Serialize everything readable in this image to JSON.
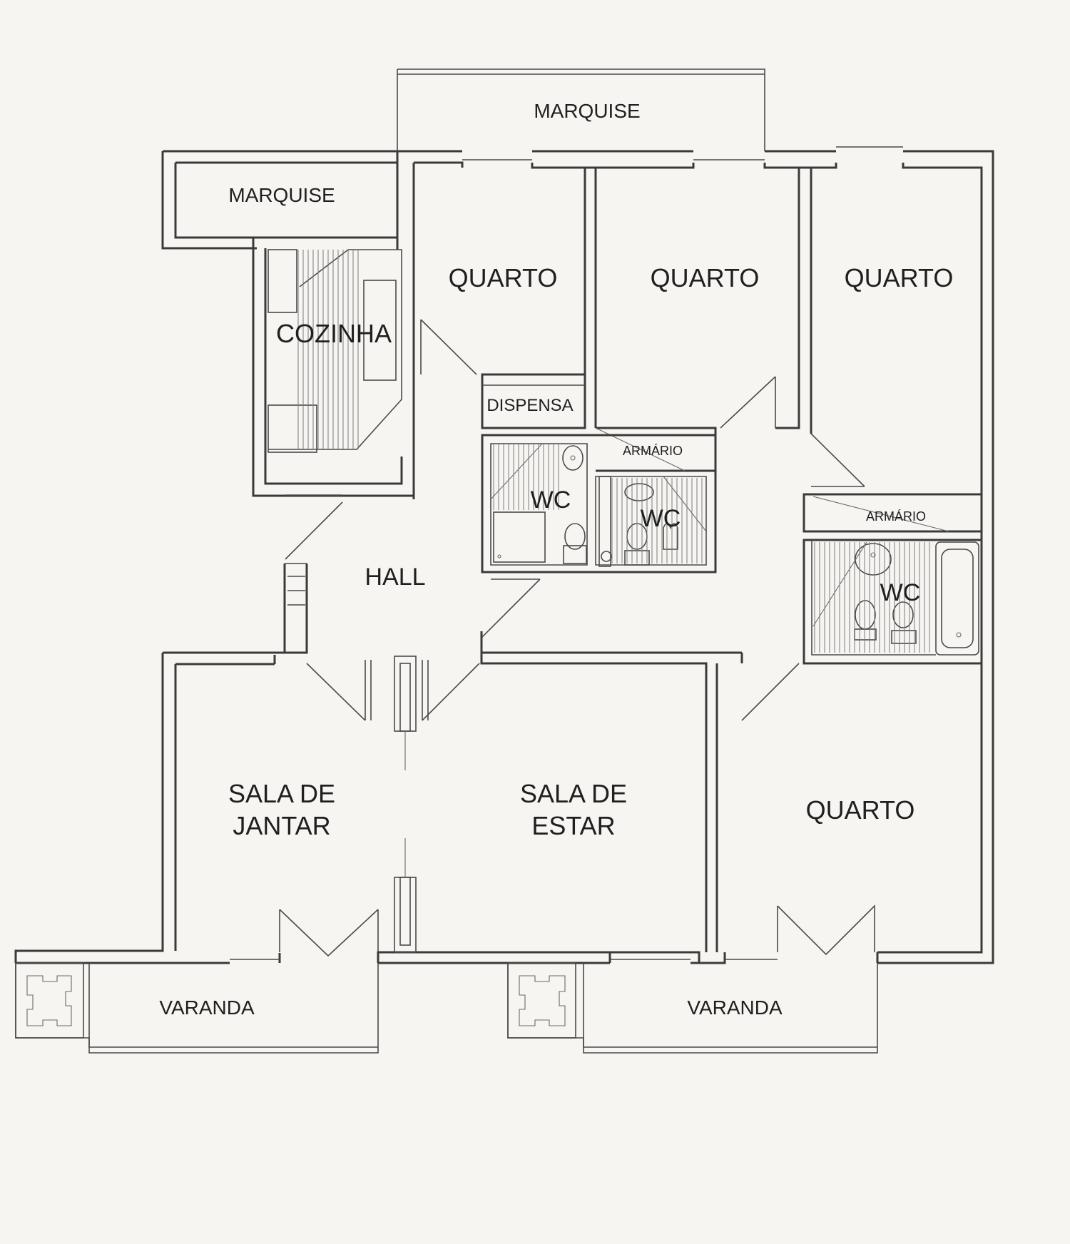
{
  "rooms": {
    "marquise_top": "MARQUISE",
    "marquise_left": "MARQUISE",
    "quarto_1": "QUARTO",
    "quarto_2": "QUARTO",
    "quarto_3": "QUARTO",
    "quarto_4": "QUARTO",
    "cozinha": "COZINHA",
    "dispensa": "DISPENSA",
    "armario_1": "ARMÁRIO",
    "armario_2": "ARMÁRIO",
    "wc_1": "WC",
    "wc_2": "WC",
    "wc_3": "WC",
    "hall": "HALL",
    "sala_jantar_line1": "SALA DE",
    "sala_jantar_line2": "JANTAR",
    "sala_estar_line1": "SALA DE",
    "sala_estar_line2": "ESTAR",
    "varanda_1": "VARANDA",
    "varanda_2": "VARANDA"
  },
  "colors": {
    "background": "#f7f5f2",
    "wall": "#3a3a3a",
    "label": "#1f1f1f"
  }
}
